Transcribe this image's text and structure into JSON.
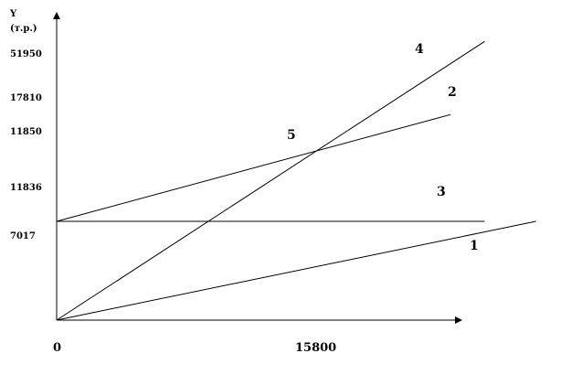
{
  "chart_data": {
    "type": "line",
    "title": "",
    "ylabel_line1": "Y",
    "ylabel_line2": "(т.р.)",
    "xlabel": "",
    "x_ticks": [
      "0",
      "15800"
    ],
    "y_ticks": [
      "51950",
      "17810",
      "11850",
      "11836",
      "7017"
    ],
    "grid": false,
    "legend": "none",
    "line_color": "#000000",
    "series": [
      {
        "name": "1",
        "points": [
          [
            0,
            0
          ],
          [
            28000,
            7017
          ]
        ]
      },
      {
        "name": "2",
        "points": [
          [
            0,
            7017
          ],
          [
            23000,
            14600
          ]
        ]
      },
      {
        "name": "3",
        "points": [
          [
            0,
            7017
          ],
          [
            25000,
            7017
          ]
        ]
      },
      {
        "name": "4",
        "points": [
          [
            0,
            0
          ],
          [
            25000,
            19800
          ]
        ]
      },
      {
        "name": "5",
        "points": [
          [
            15800,
            12250
          ]
        ]
      }
    ]
  }
}
